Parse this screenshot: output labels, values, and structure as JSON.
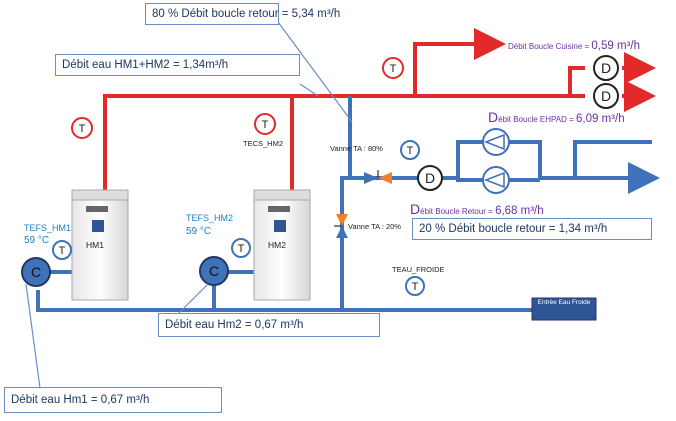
{
  "labels": {
    "boucle_retour_80": "80 % Débit boucle retour = 5,34 m³/h",
    "debit_hm1_hm2": "Débit eau HM1+HM2 = 1,34m³/h",
    "debit_boucle_cuisine_label": "Débit Boucle Cuisine = ",
    "debit_boucle_cuisine_value": "0,59 m³/h",
    "debit_boucle_ehpad_cap": "D",
    "debit_boucle_ehpad_label": "ébit Boucle EHPAD = ",
    "debit_boucle_ehpad_value": "6,09 m³/h",
    "debit_boucle_retour_cap": "D",
    "debit_boucle_retour_label": "ébit Boucle Retour = ",
    "debit_boucle_retour_value": "6,68 m³/h",
    "boucle_retour_20": "20 % Débit boucle retour = 1,34 m³/h",
    "tecs_hm2": "TECS_HM2",
    "vanne_ta_80": "Vanne TA : 80%",
    "vanne_ta_20": "Vanne TA : 20%",
    "tefs_hm1": "TEFS_HM1",
    "tefs_hm1_temp": "59 °C",
    "tefs_hm2": "TEFS_HM2",
    "tefs_hm2_temp": "59 °C",
    "hm1": "HM1",
    "hm2": "HM2",
    "teau_froide": "TEAU_FROIDE",
    "entree_eau_froide": "Entrée Eau Froide",
    "debit_hm2": "Débit eau Hm2 = 0,67 m³/h",
    "debit_hm1": "Débit eau Hm1 = 0,67 m³/h"
  },
  "symbols": {
    "thermometer": "T",
    "flowmeter": "D",
    "counter": "C"
  },
  "colors": {
    "hot_pipe": "#e22a2a",
    "cold_pipe": "#3f72b8",
    "label_blue": "#1f3864",
    "label_purple": "#7030a0",
    "label_cyan": "#1f7fc0",
    "box_border": "#6a8fc4"
  }
}
